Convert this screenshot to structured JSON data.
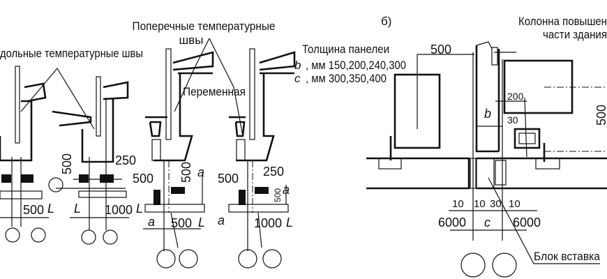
{
  "labels": {
    "transverse_joints_line1": "Поперечные температурные",
    "transverse_joints_line2": "швы",
    "longitudinal_joints": "дольные температурные швы",
    "variable": "Переменная",
    "panel_thickness_title": "Толщина панелеи",
    "panel_b_prefix": "b",
    "panel_b_values": ", мм 150,200,240,300",
    "panel_c_prefix": "c",
    "panel_c_values": ", мм 300,350,400",
    "part_b": "б)",
    "column_line1": "Колонна повышен",
    "column_line2": "части здания",
    "insert_block": "Блок вставка"
  },
  "left_dims": {
    "d500_v1": "500",
    "d250_1": "250",
    "d500_h1": "500",
    "d500_v2": "500",
    "a1": "a",
    "d500_h2": "500",
    "d250_2": "250",
    "d500_v3": "500",
    "a2": "a",
    "d500L": "500",
    "L1": "L",
    "L2": "L",
    "d1000L": "1000",
    "L3": "L",
    "a3": "a",
    "d500L_2": "500",
    "L4": "L",
    "a4": "a",
    "d1000L_2": "1000",
    "L5": "L"
  },
  "right_dims": {
    "d500_top": "500",
    "d200": "200",
    "b": "b",
    "d30_top": "30",
    "d500_vert": "500",
    "d10_a": "10",
    "d10_b": "10",
    "d30": "30",
    "d10_c": "10",
    "d6000_left": "6000",
    "c": "c",
    "d6000_right": "6000"
  }
}
